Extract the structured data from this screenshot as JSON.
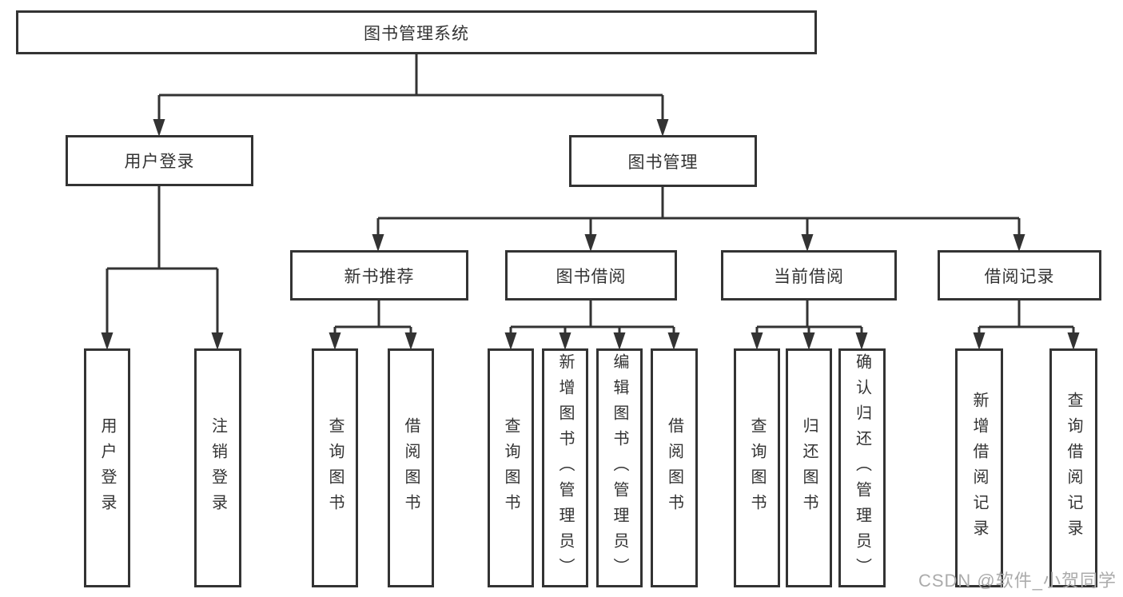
{
  "tree": {
    "root": {
      "label": "图书管理系统",
      "children": [
        {
          "label": "用户登录",
          "children": [
            {
              "label": "用户登录"
            },
            {
              "label": "注销登录"
            }
          ]
        },
        {
          "label": "图书管理",
          "children": [
            {
              "label": "新书推荐",
              "children": [
                {
                  "label": "查询图书"
                },
                {
                  "label": "借阅图书"
                }
              ]
            },
            {
              "label": "图书借阅",
              "children": [
                {
                  "label": "查询图书"
                },
                {
                  "label": "新增图书（管理员）"
                },
                {
                  "label": "编辑图书（管理员）"
                },
                {
                  "label": "借阅图书"
                }
              ]
            },
            {
              "label": "当前借阅",
              "children": [
                {
                  "label": "查询图书"
                },
                {
                  "label": "归还图书"
                },
                {
                  "label": "确认归还（管理员）"
                }
              ]
            },
            {
              "label": "借阅记录",
              "children": [
                {
                  "label": "新增借阅记录"
                },
                {
                  "label": "查询借阅记录"
                }
              ]
            }
          ]
        }
      ]
    }
  },
  "watermark": {
    "text": "CSDN @软件_小贺同学"
  },
  "colors": {
    "line": "#333333",
    "text": "#333333",
    "box_background": "#ffffff",
    "watermark": "#ababab",
    "background": "#ffffff"
  }
}
